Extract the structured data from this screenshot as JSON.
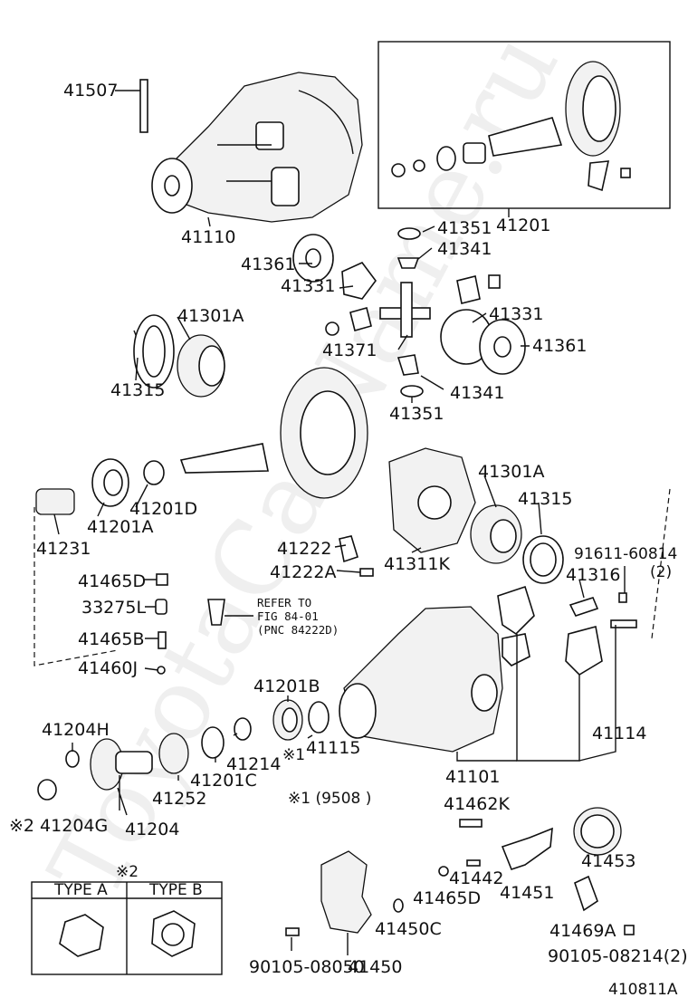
{
  "watermark": "ToyotaCarName.ru",
  "labels": {
    "p41507": "41507",
    "p41110": "41110",
    "p41201_top": "41201",
    "p41351_a": "41351",
    "p41341_a": "41341",
    "p41361_a": "41361",
    "p41331_a": "41331",
    "p41331_b": "41331",
    "p41301A_a": "41301A",
    "p41371": "41371",
    "p41361_b": "41361",
    "p41315_a": "41315",
    "p41341_b": "41341",
    "p41351_b": "41351",
    "p41201D": "41201D",
    "p41201A": "41201A",
    "p41231": "41231",
    "p41301A_b": "41301A",
    "p41315_b": "41315",
    "p41222": "41222",
    "p41222A": "41222A",
    "p41311K": "41311K",
    "p91611": "91611-60814",
    "p91611_qty": "(2)",
    "p41316": "41316",
    "p41465D_a": "41465D",
    "p33275L": "33275L",
    "p41465B": "41465B",
    "p41460J": "41460J",
    "refer_1": "REFER TO",
    "refer_2": "FIG 84-01",
    "refer_3": "(PNC 84222D)",
    "p41201B": "41201B",
    "p41204H": "41204H",
    "p41214": "41214",
    "p41115": "41115",
    "p41114": "41114",
    "p41201C": "41201C",
    "p41252": "41252",
    "p41101": "41101",
    "note1_mark": "※1",
    "note1_text": "※1 (9508        )",
    "p41204G": "※2 41204G",
    "p41204": "41204",
    "p41462K": "41462K",
    "note2_mark": "※2",
    "p41453": "41453",
    "p41442": "41442",
    "p41451": "41451",
    "p41465D_b": "41465D",
    "p41450C": "41450C",
    "p41469A": "41469A",
    "p90105_08050": "90105-08050",
    "p41450": "41450",
    "p90105_08214": "90105-08214(2)",
    "diagram_id": "410811A"
  },
  "type_table": {
    "type_a": "TYPE A",
    "type_b": "TYPE B"
  }
}
